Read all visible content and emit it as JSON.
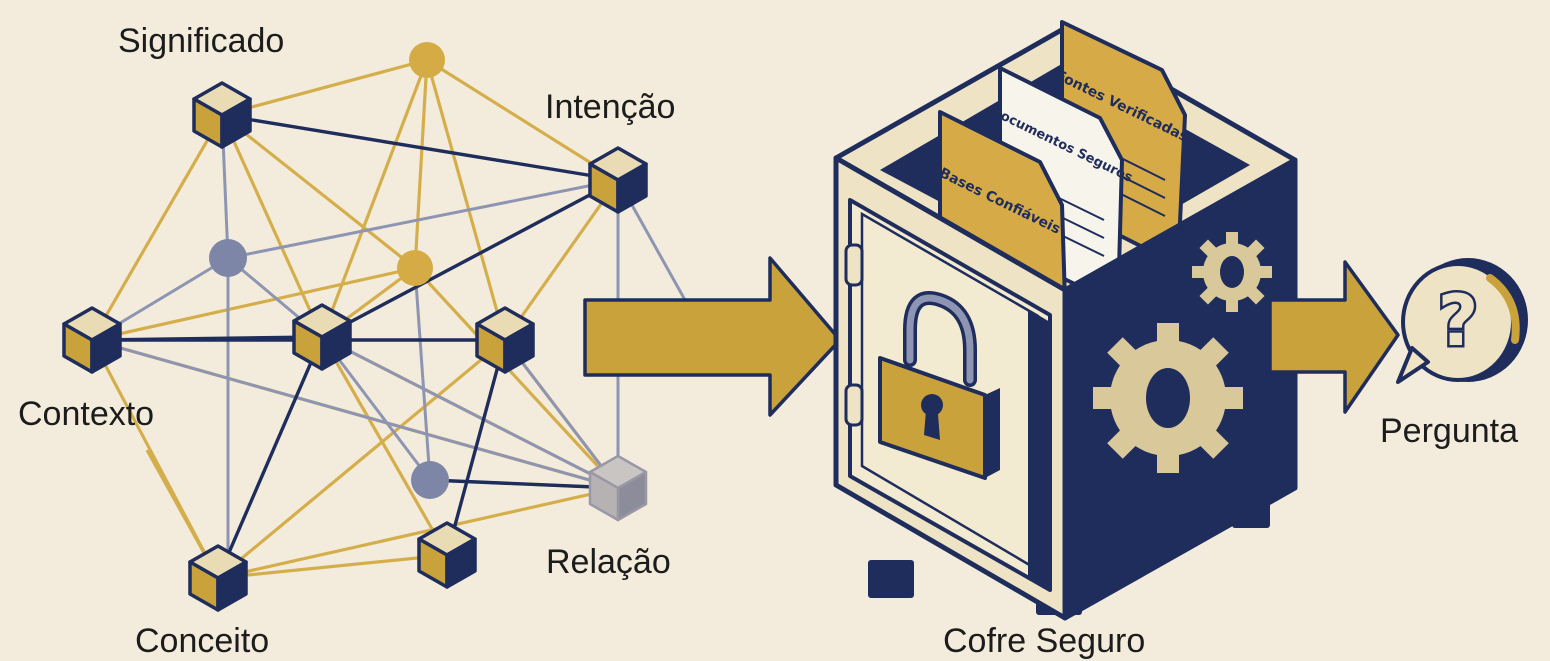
{
  "labels": {
    "significado": "Significado",
    "intencao": "Intenção",
    "contexto": "Contexto",
    "conceito": "Conceito",
    "relacao": "Relação",
    "cofre": "Cofre Seguro",
    "pergunta": "Pergunta"
  },
  "documents": {
    "back": "Fontes Verificadas",
    "middle": "Documentos Seguros",
    "front": "Bases Confiáveis"
  },
  "icons": {
    "question": "?"
  },
  "colors": {
    "background": "#f3ecdc",
    "gold": "#c9a23c",
    "navy": "#1f2d5c",
    "slate": "#7d86a6",
    "cream": "#f0e3c0",
    "tan": "#d9c89a"
  }
}
